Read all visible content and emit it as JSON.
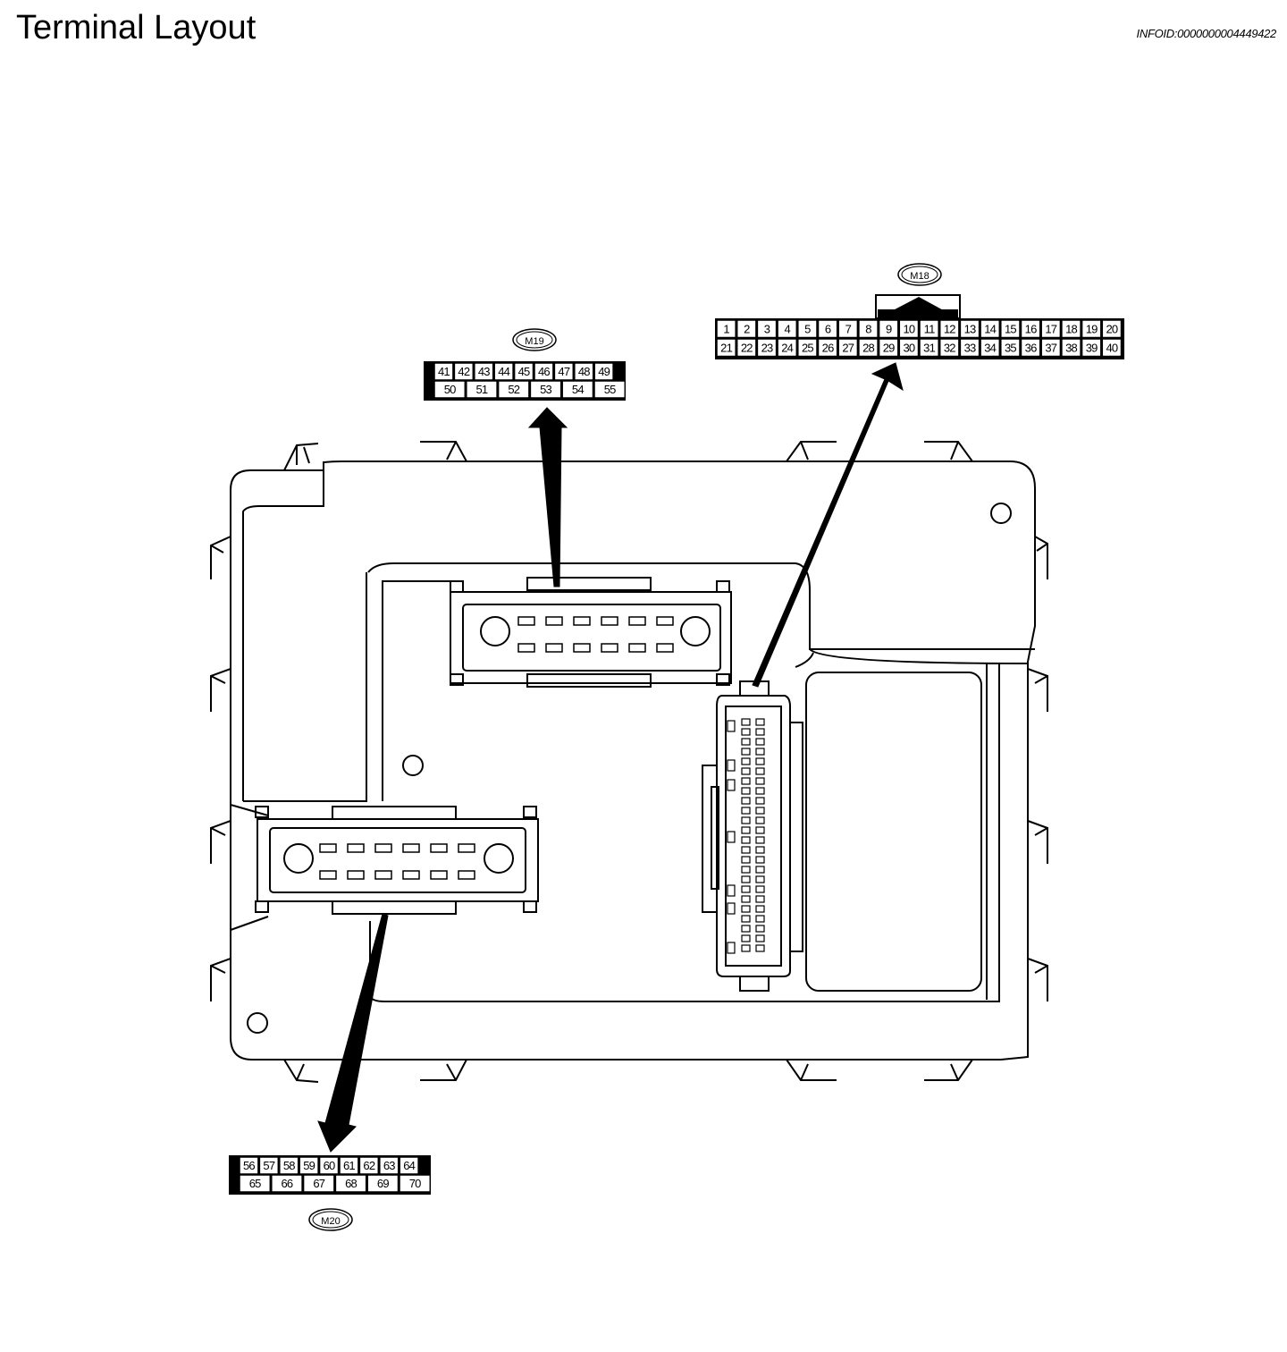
{
  "header": {
    "title": "Terminal Layout",
    "info_id": "INFOID:0000000004449422"
  },
  "connectors": {
    "m18": {
      "label": "M18",
      "row1": [
        "1",
        "2",
        "3",
        "4",
        "5",
        "6",
        "7",
        "8",
        "9",
        "10",
        "11",
        "12",
        "13",
        "14",
        "15",
        "16",
        "17",
        "18",
        "19",
        "20"
      ],
      "row2": [
        "21",
        "22",
        "23",
        "24",
        "25",
        "26",
        "27",
        "28",
        "29",
        "30",
        "31",
        "32",
        "33",
        "34",
        "35",
        "36",
        "37",
        "38",
        "39",
        "40"
      ]
    },
    "m19": {
      "label": "M19",
      "row1": [
        "41",
        "42",
        "43",
        "44",
        "45",
        "46",
        "47",
        "48",
        "49"
      ],
      "row2": [
        "50",
        "51",
        "52",
        "53",
        "54",
        "55"
      ]
    },
    "m20": {
      "label": "M20",
      "row1": [
        "56",
        "57",
        "58",
        "59",
        "60",
        "61",
        "62",
        "63",
        "64"
      ],
      "row2": [
        "65",
        "66",
        "67",
        "68",
        "69",
        "70"
      ]
    }
  }
}
